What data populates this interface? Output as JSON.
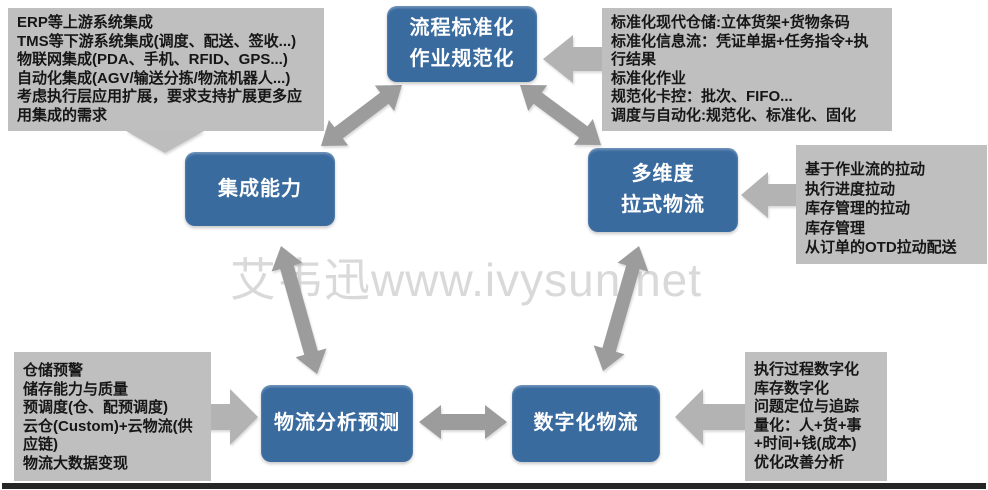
{
  "colors": {
    "background": "#ffffff",
    "node_blue": "#3a6b9f",
    "node_text": "#ffffff",
    "note_gray": "#bfbfbf",
    "note_text": "#161616",
    "arrow_gray": "#bdbdbd",
    "block_arrow_gray": "#b3b3b3",
    "connector_gray": "#9c9c9c",
    "watermark_gray": "#d9d9d9",
    "footer_bar": "#262626"
  },
  "watermark": {
    "text": "艾韦迅www.ivysun.net"
  },
  "nodes": {
    "process_standardization": {
      "lines": [
        "流程标准化",
        "作业规范化"
      ]
    },
    "integration_capability": {
      "label": "集成能力"
    },
    "multidim_pull_logistics": {
      "lines": [
        "多维度",
        "拉式物流"
      ]
    },
    "logistics_analysis_forecast": {
      "label": "物流分析预测"
    },
    "digital_logistics": {
      "label": "数字化物流"
    }
  },
  "notes": {
    "integration": {
      "lines": [
        "ERP等上游系统集成",
        "TMS等下游系统集成(调度、配送、签收...)",
        "物联网集成(PDA、手机、RFID、GPS...)",
        "自动化集成(AGV/输送分拣/物流机器人...)",
        "考虑执行层应用扩展，要求支持扩展更多应用集成的需求"
      ]
    },
    "standardization": {
      "lines": [
        "标准化现代仓储:立体货架+货物条码",
        "标准化信息流：凭证单据+任务指令+执行结果",
        "标准化作业",
        "规范化卡控：批次、FIFO...",
        "调度与自动化:规范化、标准化、固化"
      ]
    },
    "pull": {
      "lines": [
        "基于作业流的拉动",
        "执行进度拉动",
        "库存管理的拉动",
        "库存管理",
        "从订单的OTD拉动配送"
      ]
    },
    "analysis": {
      "lines": [
        "仓储预警",
        "储存能力与质量",
        "预调度(仓、配预调度)",
        "云仓(Custom)+云物流(供应链)",
        "物流大数据变现"
      ]
    },
    "digital": {
      "lines": [
        "执行过程数字化",
        "库存数字化",
        "问题定位与追踪",
        "量化：人+货+事+时间+钱(成本)",
        "优化改善分析"
      ]
    }
  }
}
